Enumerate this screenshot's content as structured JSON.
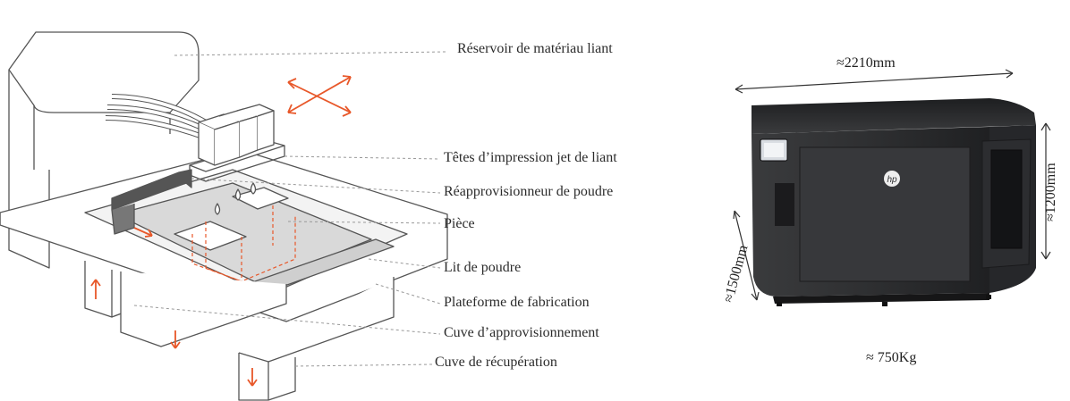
{
  "labels": [
    {
      "id": "reservoir",
      "text": "Réservoir de matériau liant"
    },
    {
      "id": "tetes",
      "text": "Têtes d’impression jet de liant"
    },
    {
      "id": "reappro",
      "text": "Réapprovisionneur de poudre"
    },
    {
      "id": "piece",
      "text": "Pièce"
    },
    {
      "id": "lit",
      "text": "Lit de poudre"
    },
    {
      "id": "plateforme",
      "text": "Plateforme de fabrication"
    },
    {
      "id": "cuve_appro",
      "text": "Cuve d’approvisionnement"
    },
    {
      "id": "cuve_recup",
      "text": "Cuve de récupération"
    }
  ],
  "printer": {
    "width": "≈2210mm",
    "height": "≈1200mm",
    "depth": "≈1500mm",
    "weight": "≈ 750Kg",
    "brand": "hp"
  },
  "colors": {
    "accent": "#e8582a",
    "line": "#555555",
    "powder": "#d9d9d9",
    "machine": "#2e2f31"
  }
}
